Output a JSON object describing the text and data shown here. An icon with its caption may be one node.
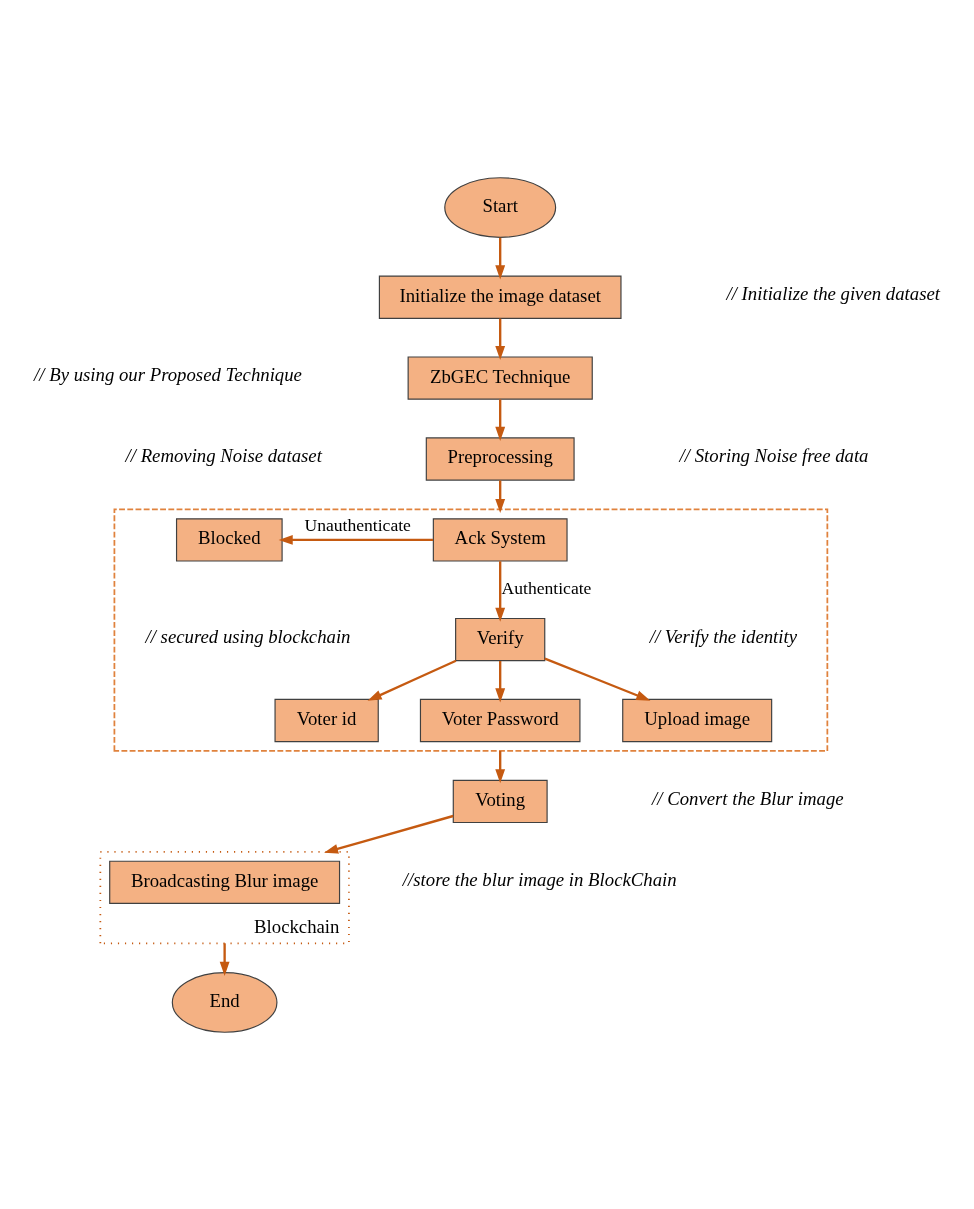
{
  "diagram": {
    "nodes": [
      {
        "text": [
          "Start"
        ]
      },
      {
        "text": [
          "Initialize the image dataset"
        ]
      },
      {
        "text": [
          "ZbGEC Technique"
        ]
      },
      {
        "text": [
          "Preprocessing"
        ]
      },
      {
        "text": [],
        "shape": "box"
      },
      {
        "text": [
          "Blocked"
        ],
        "in": 4
      },
      {
        "text": [
          "Ack System"
        ],
        "in": 4
      },
      {
        "text": [
          "Verify"
        ],
        "in": 4
      },
      {
        "text": [
          "Voter id"
        ],
        "in": 4
      },
      {
        "text": [
          "Voter Password"
        ],
        "in": 4
      },
      {
        "text": [
          "Upload image"
        ],
        "in": 4
      },
      {
        "text": [
          "Voting"
        ]
      },
      {
        "text": [
          "Blockchain"
        ]
      },
      {
        "text": [
          "Broadcasting Blur image"
        ],
        "in": 12
      },
      {
        "text": [
          "End"
        ]
      }
    ],
    "edges": [
      {
        "from": 0,
        "to": 1,
        "arrow": "to"
      },
      {
        "from": 1,
        "to": 2,
        "arrow": "to"
      },
      {
        "from": 2,
        "to": 3,
        "arrow": "to"
      },
      {
        "from": 3,
        "to": 4,
        "arrow": "to"
      },
      {
        "from": 6,
        "to": 5,
        "arrow": "to",
        "label": "Unauthenticate"
      },
      {
        "from": 6,
        "to": 7,
        "arrow": "to",
        "label": "Authenticate"
      },
      {
        "from": 7,
        "to": 8,
        "arrow": "to"
      },
      {
        "from": 7,
        "to": 9,
        "arrow": "to"
      },
      {
        "from": 7,
        "to": 10,
        "arrow": "to"
      },
      {
        "from": 4,
        "to": 11,
        "arrow": "to"
      },
      {
        "from": 11,
        "to": 12,
        "arrow": "to"
      },
      {
        "from": 12,
        "to": 14,
        "arrow": "to"
      }
    ],
    "labels": [
      "// Initialize the given dataset",
      "// By using our Proposed Technique",
      "// Removing Noise dataset",
      "// Storing Noise free data",
      "// Verify the identity",
      "// secured using blockchain",
      "// Convert the Blur image",
      "//store the blur image in BlockChain"
    ]
  }
}
